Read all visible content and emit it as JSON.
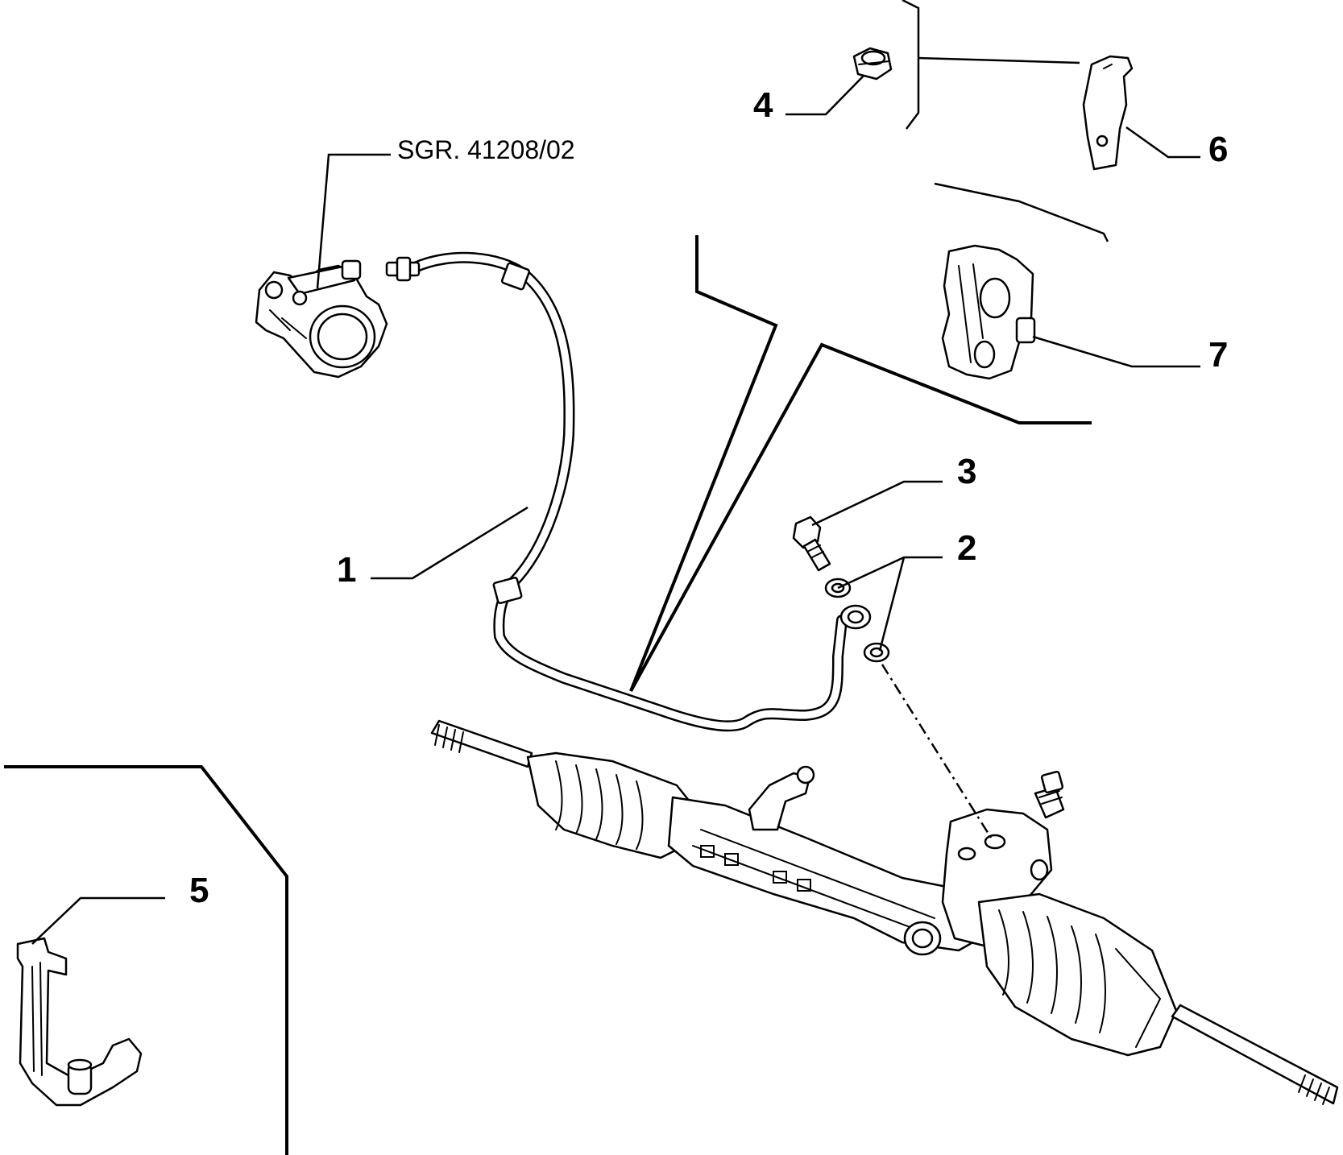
{
  "diagram": {
    "reference_code": "SGR. 41208/02",
    "callouts": {
      "c1": "1",
      "c2": "2",
      "c3": "3",
      "c4": "4",
      "c5": "5",
      "c6": "6",
      "c7": "7"
    },
    "parts": {
      "hose": "pressure-hose-icon",
      "seal": "seal-washer-icon",
      "bolt": "banjo-bolt-icon",
      "nut": "nut-icon",
      "clamp": "clamp-icon",
      "bracket": "bracket-icon",
      "mount": "mount-plate-icon",
      "pump": "power-steering-pump-icon",
      "rack": "steering-rack-icon"
    }
  }
}
